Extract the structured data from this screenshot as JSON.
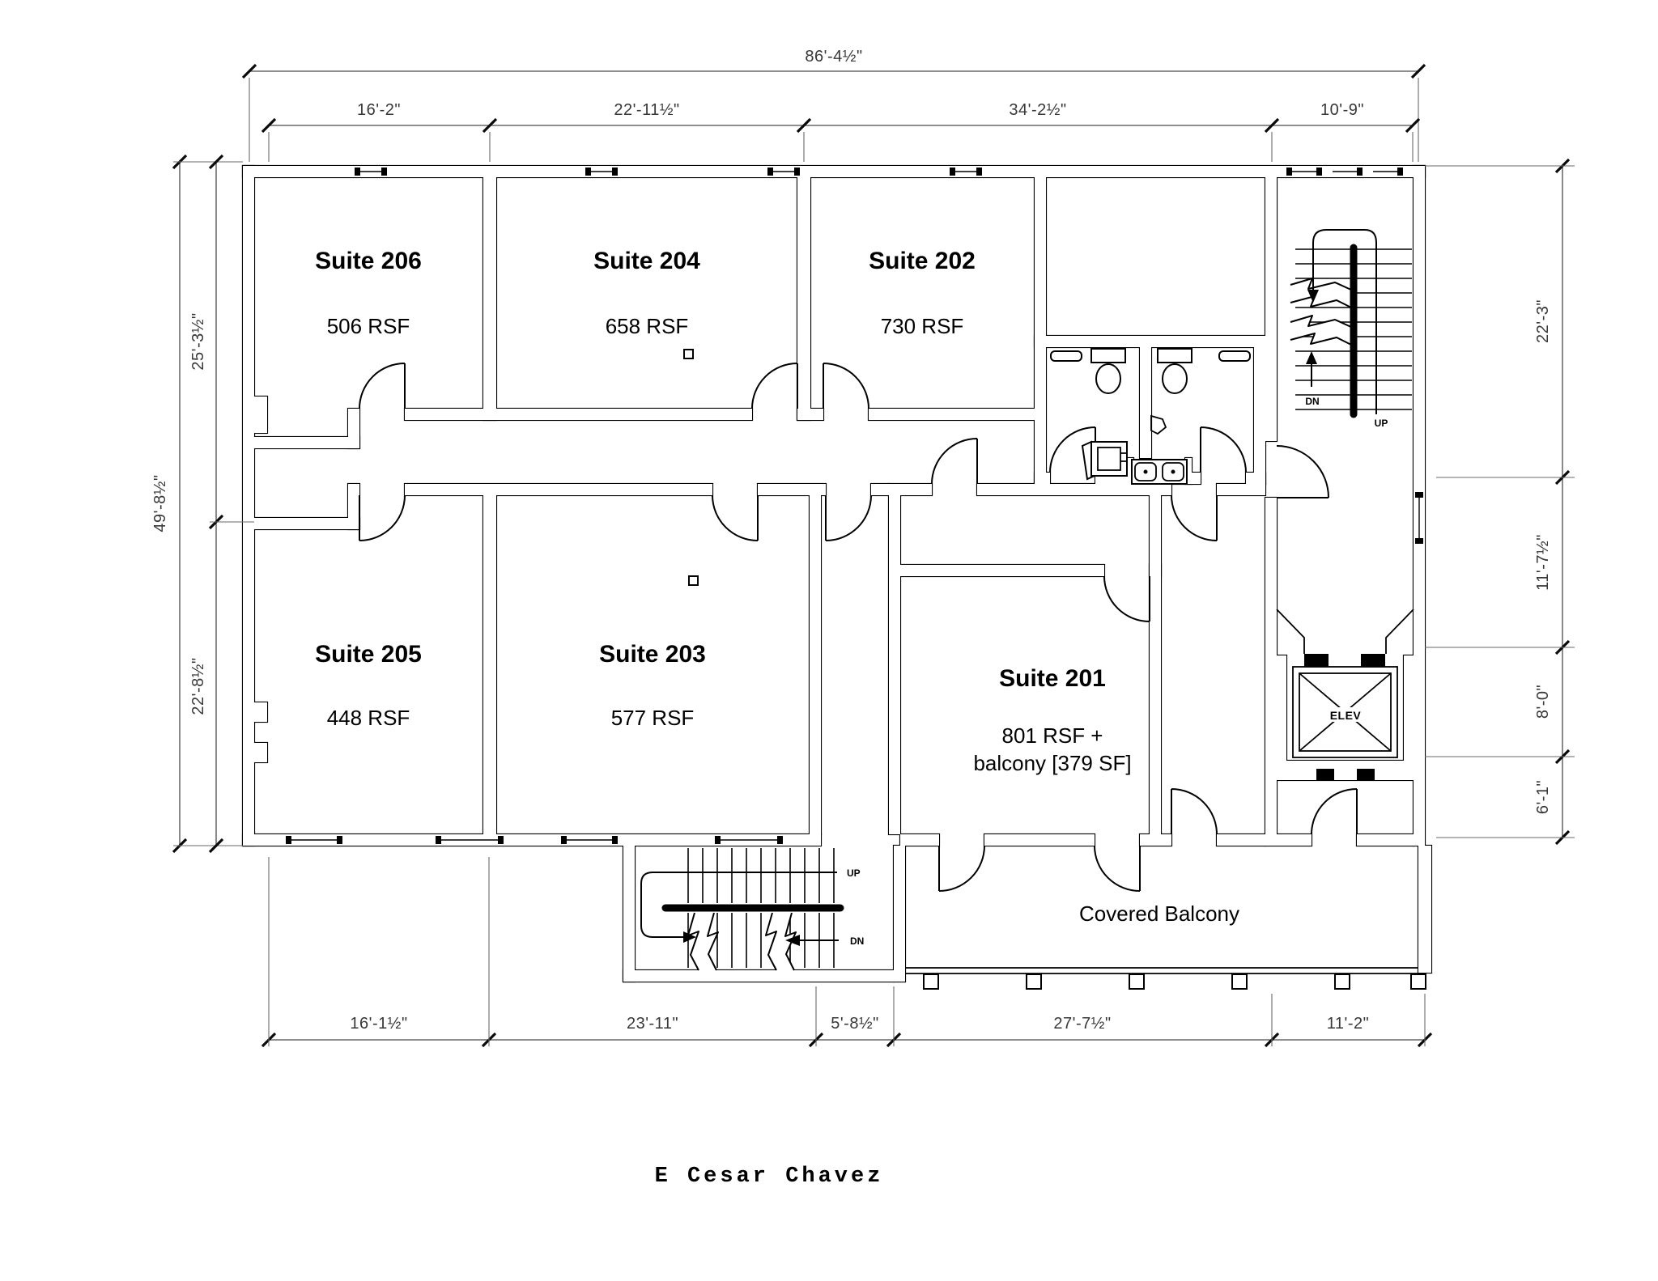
{
  "plan": {
    "street_label": "E Cesar Chavez",
    "suites": [
      {
        "name": "Suite 206",
        "area": "506 RSF"
      },
      {
        "name": "Suite 204",
        "area": "658 RSF"
      },
      {
        "name": "Suite 202",
        "area": "730 RSF"
      },
      {
        "name": "Suite 205",
        "area": "448 RSF"
      },
      {
        "name": "Suite 203",
        "area": "577 RSF"
      },
      {
        "name": "Suite 201",
        "area": "801 RSF +",
        "area_note": "balcony [379 SF]"
      }
    ],
    "labels": {
      "covered_balcony": "Covered Balcony",
      "elevator": "ELEV",
      "up": "UP",
      "down": "DN"
    },
    "dimensions": {
      "top_overall": "86'-4½\"",
      "top_segments": [
        "16'-2\"",
        "22'-11½\"",
        "34'-2½\"",
        "10'-9\""
      ],
      "left_overall": "49'-8½\"",
      "left_segments": [
        "25'-3½\"",
        "22'-8½\""
      ],
      "right_segments": [
        "22'-3\"",
        "11'-7½\"",
        "8'-0\"",
        "6'-1\""
      ],
      "bottom_segments": [
        "16'-1½\"",
        "23'-11\"",
        "5'-8½\"",
        "27'-7½\"",
        "11'-2\""
      ]
    },
    "colors": {
      "wall": "#000000",
      "dimension": "#3c3c3c",
      "background": "#ffffff"
    }
  }
}
